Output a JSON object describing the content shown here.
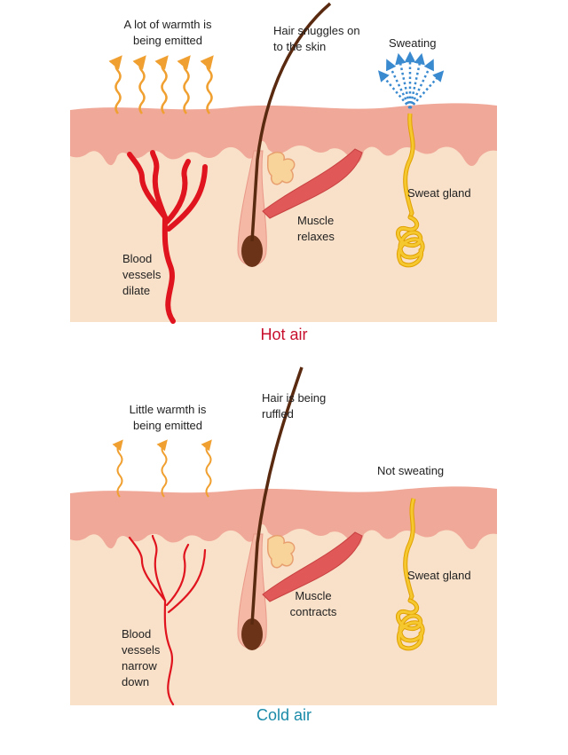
{
  "hot": {
    "warmth_label": [
      "A lot of warmth is",
      "being emitted"
    ],
    "hair_label": [
      "Hair snuggles on",
      "to the skin"
    ],
    "sweat_label": "Sweating",
    "gland_label": "Sweat gland",
    "muscle_label": [
      "Muscle",
      "relaxes"
    ],
    "vessel_label": [
      "Blood",
      "vessels",
      "dilate"
    ],
    "title": "Hot air",
    "title_color": "#c8102e"
  },
  "cold": {
    "warmth_label": [
      "Little warmth is",
      "being emitted"
    ],
    "hair_label": [
      "Hair is being",
      "ruffled"
    ],
    "sweat_label": "Not sweating",
    "gland_label": "Sweat gland",
    "muscle_label": [
      "Muscle",
      "contracts"
    ],
    "vessel_label": [
      "Blood",
      "vessels",
      "narrow",
      "down"
    ],
    "title": "Cold air",
    "title_color": "#1a8aa8"
  },
  "colors": {
    "dermis": "#f9e0c8",
    "epidermis": "#f0a898",
    "vessel": "#e0141e",
    "hair": "#5a2a10",
    "gland": "#f6c830",
    "sweat": "#3a8ad0",
    "heat": "#f0a030"
  }
}
